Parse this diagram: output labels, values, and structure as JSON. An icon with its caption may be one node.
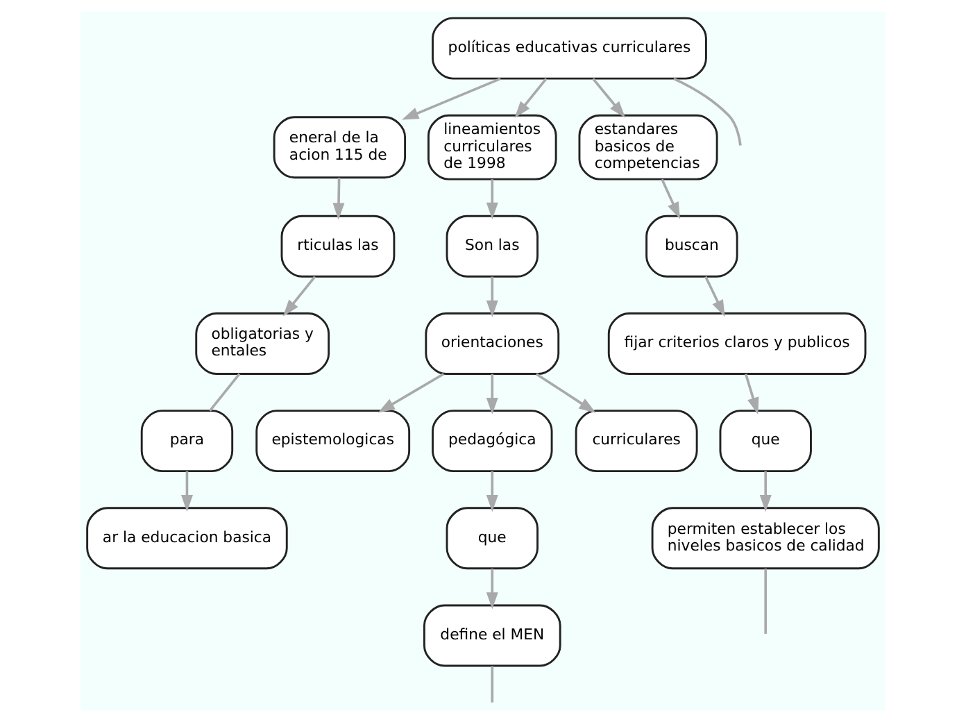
{
  "diagram": {
    "nodes": [
      {
        "text": [
          "políticas educativas curriculares"
        ]
      },
      {
        "text": [
          "eneral de la acion 115 de"
        ]
      },
      {
        "text": [
          "rticulas las"
        ]
      },
      {
        "text": [
          "obligatorias y entales"
        ]
      },
      {
        "text": [
          "para"
        ]
      },
      {
        "text": [
          "ar la educacion basica"
        ]
      },
      {
        "text": [
          "lineamientos curriculares de 1998"
        ]
      },
      {
        "text": [
          "Son las"
        ]
      },
      {
        "text": [
          "orientaciones"
        ]
      },
      {
        "text": [
          "epistemologicas"
        ]
      },
      {
        "text": [
          "pedagógica"
        ]
      },
      {
        "text": [
          "curriculares"
        ]
      },
      {
        "text": [
          "que"
        ]
      },
      {
        "text": [
          "define el MEN"
        ]
      },
      {
        "text": [
          "estandares basicos de competencias"
        ]
      },
      {
        "text": [
          "buscan"
        ]
      },
      {
        "text": [
          "fijar criterios claros y publicos"
        ]
      },
      {
        "text": [
          "que"
        ]
      },
      {
        "text": [
          "permiten establecer los niveles basicos de calidad"
        ]
      }
    ],
    "edges": [
      {
        "from": 0,
        "to": 1,
        "arrow": "to"
      },
      {
        "from": 0,
        "to": 6,
        "arrow": "to"
      },
      {
        "from": 0,
        "to": 14,
        "arrow": "to"
      },
      {
        "from": 0,
        "to": null,
        "arrow": "none"
      },
      {
        "from": 1,
        "to": 2,
        "arrow": "to"
      },
      {
        "from": 2,
        "to": 3,
        "arrow": "to"
      },
      {
        "from": 3,
        "to": 4,
        "arrow": "none"
      },
      {
        "from": 4,
        "to": 5,
        "arrow": "to"
      },
      {
        "from": 6,
        "to": 7,
        "arrow": "to"
      },
      {
        "from": 7,
        "to": 8,
        "arrow": "to"
      },
      {
        "from": 8,
        "to": 9,
        "arrow": "to"
      },
      {
        "from": 8,
        "to": 10,
        "arrow": "to"
      },
      {
        "from": 8,
        "to": 11,
        "arrow": "to"
      },
      {
        "from": 10,
        "to": 12,
        "arrow": "to"
      },
      {
        "from": 12,
        "to": 13,
        "arrow": "to"
      },
      {
        "from": 13,
        "to": null,
        "arrow": "none"
      },
      {
        "from": 14,
        "to": 15,
        "arrow": "to"
      },
      {
        "from": 15,
        "to": 16,
        "arrow": "to"
      },
      {
        "from": 16,
        "to": 17,
        "arrow": "to"
      },
      {
        "from": 17,
        "to": 18,
        "arrow": "to"
      },
      {
        "from": 18,
        "to": null,
        "arrow": "none"
      }
    ]
  }
}
